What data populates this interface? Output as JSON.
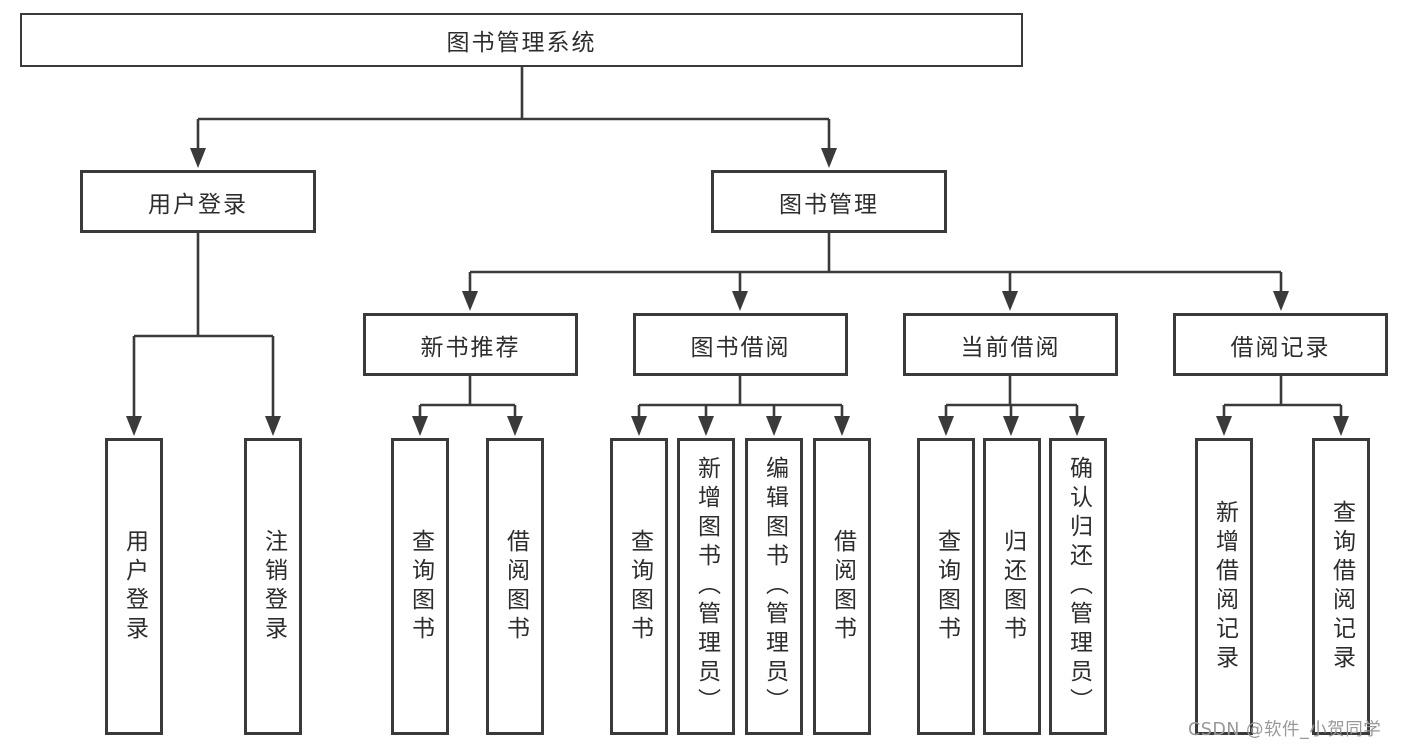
{
  "diagram": {
    "root": {
      "label": "图书管理系统"
    },
    "level2": {
      "user_login": {
        "label": "用户登录"
      },
      "book_mgmt": {
        "label": "图书管理"
      }
    },
    "level3": {
      "new_books": {
        "label": "新书推荐"
      },
      "book_borrow": {
        "label": "图书借阅"
      },
      "current_borrow": {
        "label": "当前借阅"
      },
      "borrow_records": {
        "label": "借阅记录"
      }
    },
    "leaves": {
      "user_login": {
        "label": "用户登录"
      },
      "logout": {
        "label": "注销登录"
      },
      "nb_query_books": {
        "label": "查询图书"
      },
      "nb_borrow_books": {
        "label": "借阅图书"
      },
      "bb_query_books": {
        "label": "查询图书"
      },
      "bb_add_books": {
        "label": "新增图书（管理员）"
      },
      "bb_edit_books": {
        "label": "编辑图书（管理员）"
      },
      "bb_borrow_books": {
        "label": "借阅图书"
      },
      "cb_query_books": {
        "label": "查询图书"
      },
      "cb_return_books": {
        "label": "归还图书"
      },
      "cb_confirm_return": {
        "label": "确认归还（管理员）"
      },
      "br_add_record": {
        "label": "新增借阅记录"
      },
      "br_query_record": {
        "label": "查询借阅记录"
      }
    },
    "hierarchy": {
      "图书管理系统": {
        "用户登录": [
          "用户登录",
          "注销登录"
        ],
        "图书管理": {
          "新书推荐": [
            "查询图书",
            "借阅图书"
          ],
          "图书借阅": [
            "查询图书",
            "新增图书（管理员）",
            "编辑图书（管理员）",
            "借阅图书"
          ],
          "当前借阅": [
            "查询图书",
            "归还图书",
            "确认归还（管理员）"
          ],
          "借阅记录": [
            "新增借阅记录",
            "查询借阅记录"
          ]
        }
      }
    }
  },
  "watermark": {
    "text": "CSDN @软件_小贺同学",
    "color": "#999999"
  },
  "colors": {
    "line": "#3a3a3a",
    "text": "#2d2d2d",
    "background": "#ffffff"
  }
}
